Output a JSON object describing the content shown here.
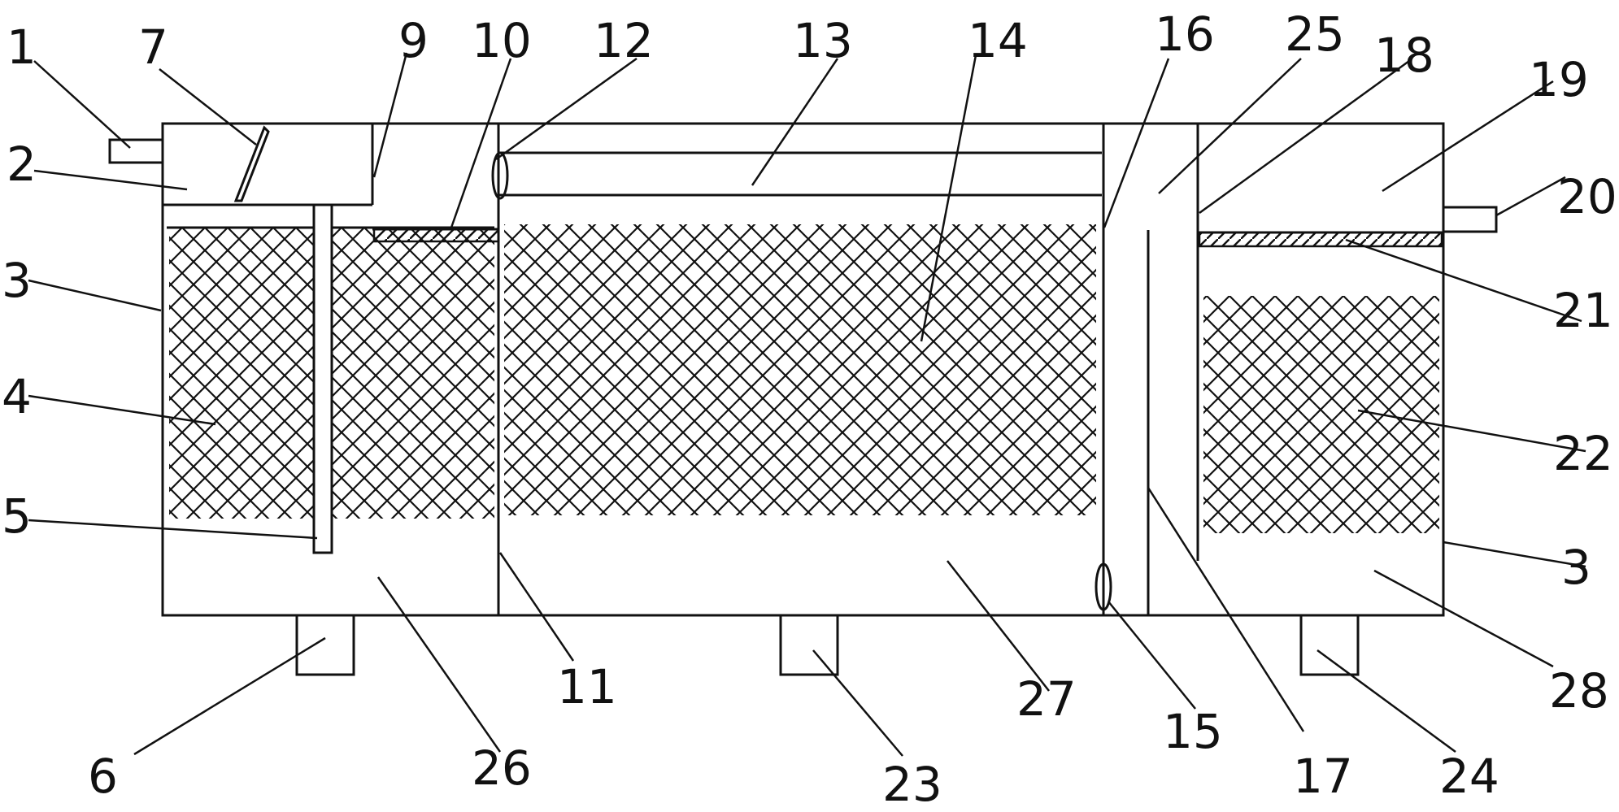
{
  "diagram": {
    "labels": {
      "l1": "1",
      "l2": "2",
      "l3a": "3",
      "l3b": "3",
      "l4": "4",
      "l5": "5",
      "l6": "6",
      "l7": "7",
      "l9": "9",
      "l10": "10",
      "l11": "11",
      "l12": "12",
      "l13": "13",
      "l14": "14",
      "l15": "15",
      "l16": "16",
      "l17": "17",
      "l18": "18",
      "l19": "19",
      "l20": "20",
      "l21": "21",
      "l22": "22",
      "l23": "23",
      "l24": "24",
      "l25": "25",
      "l26": "26",
      "l27": "27",
      "l28": "28"
    }
  }
}
